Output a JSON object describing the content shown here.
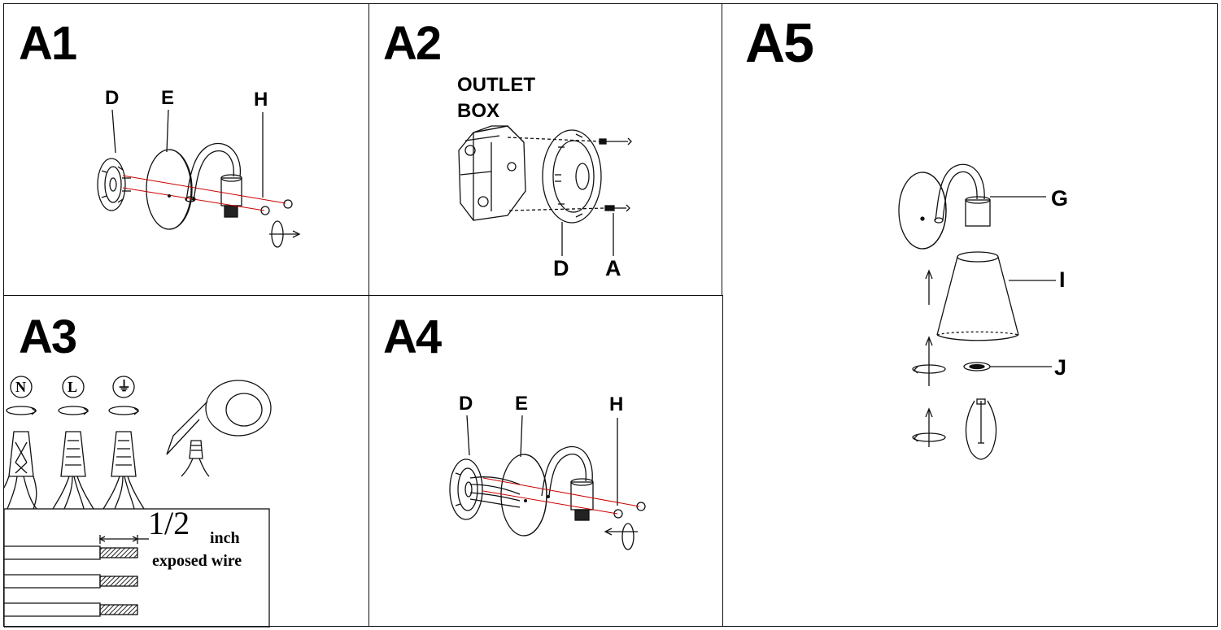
{
  "panels": {
    "a1": {
      "title": "A1",
      "labels": {
        "d": "D",
        "e": "E",
        "h": "H"
      }
    },
    "a2": {
      "title": "A2",
      "outlet_line1": "OUTLET",
      "outlet_line2": "BOX",
      "labels": {
        "d": "D",
        "a": "A"
      }
    },
    "a3": {
      "title": "A3",
      "symbols": {
        "neutral": "N",
        "live": "L",
        "earth": "⏚"
      },
      "fraction": "1/2",
      "unit": "inch",
      "caption": "exposed wire"
    },
    "a4": {
      "title": "A4",
      "labels": {
        "d": "D",
        "e": "E",
        "h": "H"
      }
    },
    "a5": {
      "title": "A5",
      "labels": {
        "g": "G",
        "i": "I",
        "j": "J"
      }
    }
  },
  "colors": {
    "line": "#111111",
    "guide": "#cc0000",
    "hatch": "#222222"
  }
}
